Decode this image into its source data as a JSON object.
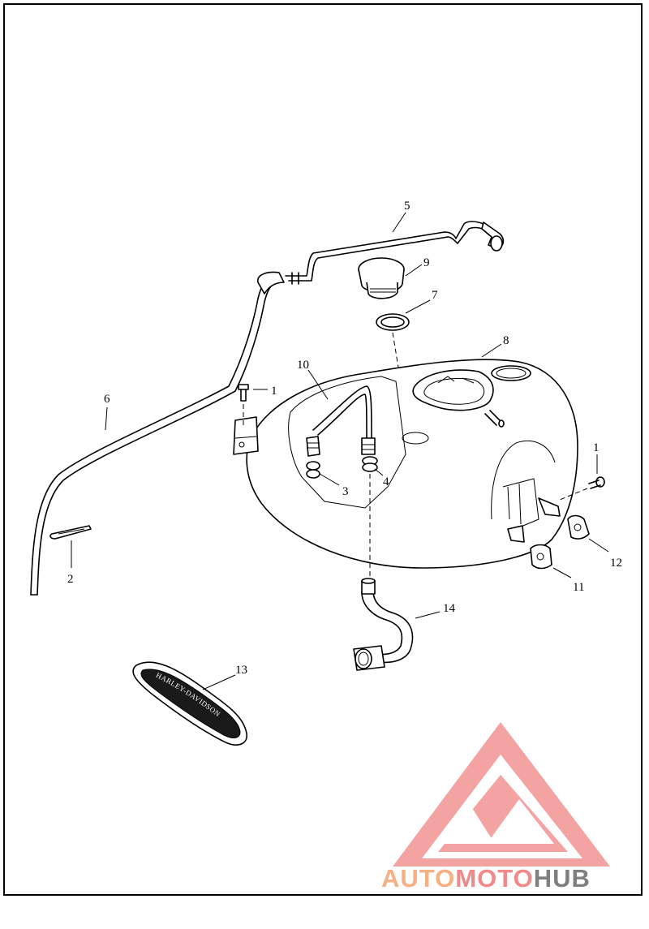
{
  "callouts": [
    {
      "id": "1",
      "label": "1"
    },
    {
      "id": "1b",
      "label": "1"
    },
    {
      "id": "2",
      "label": "2"
    },
    {
      "id": "3",
      "label": "3"
    },
    {
      "id": "4",
      "label": "4"
    },
    {
      "id": "5",
      "label": "5"
    },
    {
      "id": "6",
      "label": "6"
    },
    {
      "id": "7",
      "label": "7"
    },
    {
      "id": "8",
      "label": "8"
    },
    {
      "id": "9",
      "label": "9"
    },
    {
      "id": "10",
      "label": "10"
    },
    {
      "id": "11",
      "label": "11"
    },
    {
      "id": "12",
      "label": "12"
    },
    {
      "id": "13",
      "label": "13"
    },
    {
      "id": "14",
      "label": "14"
    }
  ],
  "emblem": {
    "text": "HARLEY-DAVIDSON"
  },
  "watermark": {
    "part1": "AUTO",
    "part2": "MOTO",
    "part3": "HUB",
    "color_orange": "#f5b183",
    "color_red": "#f08a8a",
    "color_gray": "#7f7f7f"
  }
}
